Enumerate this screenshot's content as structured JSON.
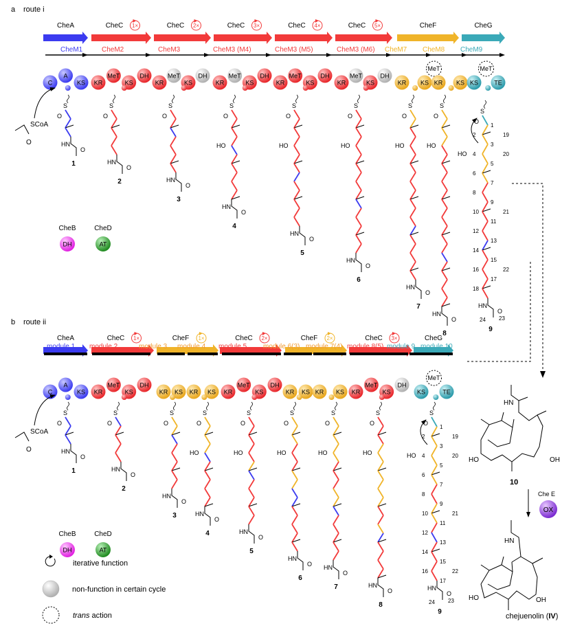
{
  "colors": {
    "blue": "#3b3bf0",
    "red": "#f23a3a",
    "orange": "#f0b429",
    "teal": "#3aa9b8",
    "gray": "#c8c8c8",
    "magenta": "#ee33ee",
    "green": "#2a9a2a",
    "purple": "#8a3ad8",
    "black": "#000000",
    "orangeText": "#f29a2e"
  },
  "panels": [
    {
      "letter": "a",
      "title": "route i",
      "genes": [
        {
          "name": "CheA",
          "color": "blue",
          "iter": ""
        },
        {
          "name": "CheC",
          "color": "red",
          "iter": "1×"
        },
        {
          "name": "CheC",
          "color": "red",
          "iter": "2×"
        },
        {
          "name": "CheC",
          "color": "red",
          "iter": "3×"
        },
        {
          "name": "CheC",
          "color": "red",
          "iter": "4×"
        },
        {
          "name": "CheC",
          "color": "red",
          "iter": "5×"
        },
        {
          "name": "CheF",
          "color": "orange",
          "iter": ""
        },
        {
          "name": "CheG",
          "color": "teal",
          "iter": ""
        }
      ],
      "modules": [
        {
          "label": "CheM1",
          "color": "blue",
          "domains": [
            [
              "C",
              "n"
            ],
            [
              "A",
              "n"
            ],
            [
              "KS",
              "n"
            ]
          ]
        },
        {
          "label": "CheM2",
          "color": "red",
          "domains": [
            [
              "KR",
              "n"
            ],
            [
              "MeT",
              "n"
            ],
            [
              "KS",
              "n"
            ],
            [
              "DH",
              "n"
            ]
          ]
        },
        {
          "label": "CheM3",
          "color": "red",
          "domains": [
            [
              "KR",
              "n"
            ],
            [
              "MeT",
              "g"
            ],
            [
              "KS",
              "n"
            ],
            [
              "DH",
              "g"
            ]
          ]
        },
        {
          "label": "CheM3 (M4)",
          "color": "red",
          "domains": [
            [
              "KR",
              "n"
            ],
            [
              "MeT",
              "g"
            ],
            [
              "KS",
              "n"
            ],
            [
              "DH",
              "n"
            ]
          ]
        },
        {
          "label": "CheM3 (M5)",
          "color": "red",
          "domains": [
            [
              "KR",
              "n"
            ],
            [
              "MeT",
              "n"
            ],
            [
              "KS",
              "n"
            ],
            [
              "DH",
              "n"
            ]
          ]
        },
        {
          "label": "CheM3 (M6)",
          "color": "red",
          "domains": [
            [
              "KR",
              "n"
            ],
            [
              "MeT",
              "g"
            ],
            [
              "KS",
              "n"
            ],
            [
              "DH",
              "g"
            ]
          ]
        },
        {
          "label": "CheM7",
          "color": "orange",
          "domains": [
            [
              "KR",
              "n"
            ],
            [
              "KS",
              "n"
            ],
            [
              "MeT",
              "d"
            ]
          ]
        },
        {
          "label": "CheM8",
          "color": "orange",
          "domains": [
            [
              "KR",
              "n"
            ],
            [
              "KS",
              "n"
            ]
          ]
        },
        {
          "label": "CheM9",
          "color": "teal",
          "domains": [
            [
              "KS",
              "n"
            ],
            [
              "TE",
              "n"
            ],
            [
              "MeT",
              "d"
            ]
          ]
        }
      ],
      "compounds": [
        {
          "id": "1",
          "seq": "bbb"
        },
        {
          "id": "2",
          "seq": "rrrrr"
        },
        {
          "id": "3",
          "seq": "rrbrrrr"
        },
        {
          "id": "4",
          "seq": "rrrrbrrrrr"
        },
        {
          "id": "5",
          "seq": "rrrrrrrbrrrrr"
        },
        {
          "id": "6",
          "seq": "rrrrrrrrrrbrrrrr"
        },
        {
          "id": "7",
          "seq": "oorrrrrrrrrrrbrrrrr"
        },
        {
          "id": "8",
          "seq": "oooorrrrrrrrrrrrbrrrrr"
        },
        {
          "id": "9",
          "seq": "toooooorrrrrrbrrrrr"
        }
      ],
      "cheB": {
        "name": "CheB",
        "domain": "DH"
      },
      "cheD": {
        "name": "CheD",
        "domain": "AT"
      },
      "starter": "SCoA"
    },
    {
      "letter": "b",
      "title": "route ii",
      "genes": [
        {
          "name": "CheA",
          "color": "blue",
          "iter": ""
        },
        {
          "name": "CheC",
          "color": "red",
          "iter": "1×"
        },
        {
          "name": "CheF",
          "color": "orange",
          "iter": "1×"
        },
        {
          "name": "CheC",
          "color": "red",
          "iter": "2×"
        },
        {
          "name": "CheF",
          "color": "orange",
          "iter": "2×"
        },
        {
          "name": "CheC",
          "color": "red",
          "iter": "3×"
        },
        {
          "name": "CheG",
          "color": "teal",
          "iter": ""
        }
      ],
      "modules": [
        {
          "label": "module 1",
          "color": "blue",
          "domains": [
            [
              "C",
              "n"
            ],
            [
              "A",
              "n"
            ],
            [
              "KS",
              "n"
            ]
          ]
        },
        {
          "label": "module 2",
          "color": "red",
          "domains": [
            [
              "KR",
              "n"
            ],
            [
              "MeT",
              "n"
            ],
            [
              "KS",
              "n"
            ],
            [
              "DH",
              "n"
            ]
          ]
        },
        {
          "label": "module 3",
          "color": "orangeText",
          "domains": [
            [
              "KR",
              "n"
            ],
            [
              "KS",
              "n"
            ]
          ]
        },
        {
          "label": "module 4",
          "color": "orangeText",
          "domains": [
            [
              "KR",
              "n"
            ],
            [
              "KS",
              "n"
            ]
          ]
        },
        {
          "label": "module 5",
          "color": "red",
          "domains": [
            [
              "KR",
              "n"
            ],
            [
              "MeT",
              "n"
            ],
            [
              "KS",
              "n"
            ],
            [
              "DH",
              "n"
            ]
          ]
        },
        {
          "label": "module 6(3)",
          "color": "orangeText",
          "domains": [
            [
              "KR",
              "n"
            ],
            [
              "KS",
              "n"
            ]
          ]
        },
        {
          "label": "module 7(4)",
          "color": "orangeText",
          "domains": [
            [
              "KR",
              "n"
            ],
            [
              "KS",
              "n"
            ]
          ]
        },
        {
          "label": "module 8(5)",
          "color": "red",
          "domains": [
            [
              "KR",
              "n"
            ],
            [
              "MeT",
              "n"
            ],
            [
              "KS",
              "n"
            ],
            [
              "DH",
              "g"
            ]
          ]
        },
        {
          "label": "module 9",
          "color": "teal",
          "domains": []
        },
        {
          "label": "module 10",
          "color": "teal",
          "domains": [
            [
              "KS",
              "n"
            ],
            [
              "TE",
              "n"
            ],
            [
              "MeT",
              "d"
            ]
          ]
        }
      ],
      "compounds": [
        {
          "id": "1",
          "seq": "bbb"
        },
        {
          "id": "2",
          "seq": "brrrr"
        },
        {
          "id": "3",
          "seq": "oobrrrrr"
        },
        {
          "id": "4",
          "seq": "oooobrrrrr"
        },
        {
          "id": "5",
          "seq": "rrrrrobrrrrr"
        },
        {
          "id": "6",
          "seq": "ooorrroobbrrrrr"
        },
        {
          "id": "7",
          "seq": "ooooorrroobrrrrr"
        },
        {
          "id": "8",
          "seq": "rrrooooooorrobrrrr"
        },
        {
          "id": "9",
          "seq": "toooooorroorbrrrr"
        }
      ],
      "cheB": {
        "name": "CheB",
        "domain": "DH"
      },
      "cheD": {
        "name": "CheD",
        "domain": "AT"
      },
      "starter": "SCoA"
    }
  ],
  "numbering": [
    "1",
    "2",
    "3",
    "4",
    "5",
    "6",
    "7",
    "8",
    "9",
    "10",
    "11",
    "12",
    "13",
    "14",
    "15",
    "16",
    "17",
    "18"
  ],
  "methyls": [
    "19",
    "20",
    "21",
    "22"
  ],
  "amide": [
    "23",
    "24"
  ],
  "atoms": {
    "S": "S",
    "O": "O",
    "HO": "HO",
    "HN": "HN",
    "OH": "OH"
  },
  "legend": [
    {
      "icon": "iterative",
      "text": "iterative function"
    },
    {
      "icon": "gray-sphere",
      "text": "non-function in certain cycle"
    },
    {
      "icon": "dashed-circle",
      "text_italic": "trans",
      "text": " action"
    }
  ],
  "products": {
    "intermediate": "10",
    "enzyme": "Che E",
    "enzyme_domain": "OX",
    "final_name": "chejuenolin (",
    "final_roman": "IV",
    "final_close": ")"
  }
}
